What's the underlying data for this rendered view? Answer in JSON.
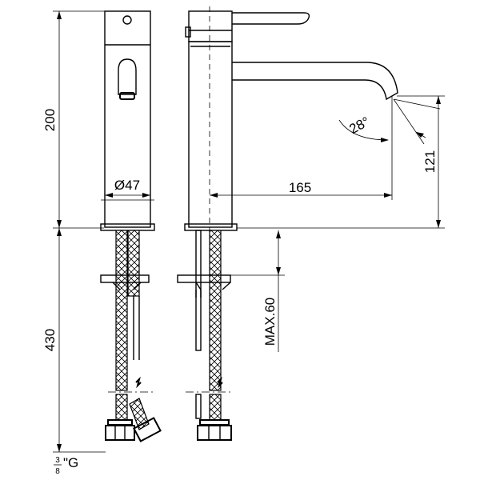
{
  "dimensions": {
    "height_body": "200",
    "height_hoses": "430",
    "diameter": "Ø47",
    "spout_reach": "165",
    "spout_height": "121",
    "spout_angle": "28°",
    "max_thickness": "MAX.60",
    "thread_fraction_num": "3",
    "thread_fraction_den": "8",
    "thread_suffix": "\"G"
  }
}
